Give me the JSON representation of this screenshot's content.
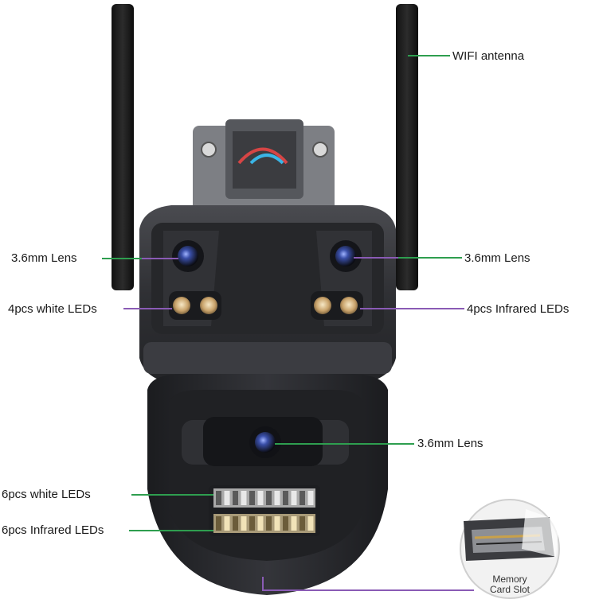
{
  "labels": {
    "wifi_antenna": "WIFI antenna",
    "lens_top_left": "3.6mm Lens",
    "lens_top_right": "3.6mm Lens",
    "white_leds_top": "4pcs white LEDs",
    "infrared_leds_top": "4pcs Infrared LEDs",
    "lens_bottom": "3.6mm Lens",
    "white_leds_bottom": "6pcs white LEDs",
    "infrared_leds_bottom": "6pcs Infrared LEDs",
    "memory_card_line1": "Memory",
    "memory_card_line2": "Card Slot"
  },
  "colors": {
    "leader_green": "#2e9e4f",
    "leader_purple": "#8a5bb5",
    "body_dark": "#2a2b2e",
    "body_mid": "#3d3e42",
    "lens_blue": "#3a4fa8"
  }
}
